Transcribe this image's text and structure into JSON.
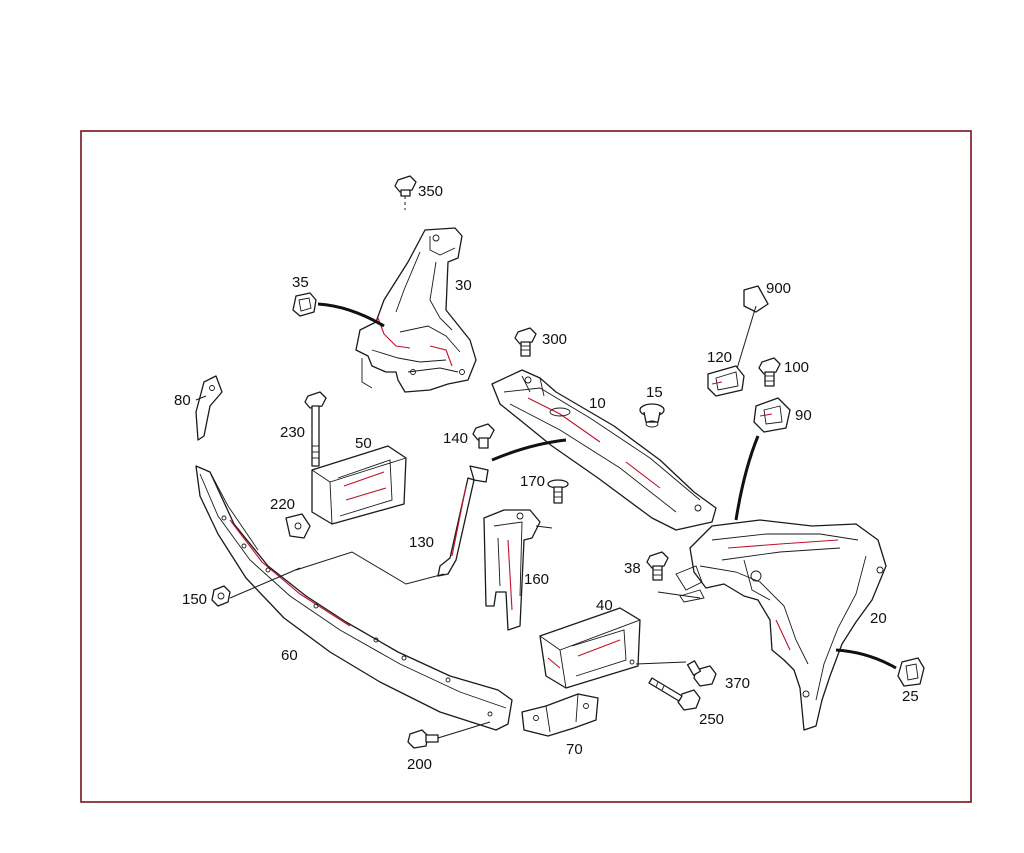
{
  "parts": [
    {
      "id": "p350",
      "label": "350"
    },
    {
      "id": "p30",
      "label": "30"
    },
    {
      "id": "p35",
      "label": "35"
    },
    {
      "id": "p900",
      "label": "900"
    },
    {
      "id": "p300",
      "label": "300"
    },
    {
      "id": "p120",
      "label": "120"
    },
    {
      "id": "p100",
      "label": "100"
    },
    {
      "id": "p80",
      "label": "80"
    },
    {
      "id": "p15",
      "label": "15"
    },
    {
      "id": "p10",
      "label": "10"
    },
    {
      "id": "p90",
      "label": "90"
    },
    {
      "id": "p230",
      "label": "230"
    },
    {
      "id": "p50",
      "label": "50"
    },
    {
      "id": "p140",
      "label": "140"
    },
    {
      "id": "p170",
      "label": "170"
    },
    {
      "id": "p220",
      "label": "220"
    },
    {
      "id": "p130",
      "label": "130"
    },
    {
      "id": "p160",
      "label": "160"
    },
    {
      "id": "p38",
      "label": "38"
    },
    {
      "id": "p150",
      "label": "150"
    },
    {
      "id": "p40",
      "label": "40"
    },
    {
      "id": "p20",
      "label": "20"
    },
    {
      "id": "p60",
      "label": "60"
    },
    {
      "id": "p370",
      "label": "370"
    },
    {
      "id": "p25",
      "label": "25"
    },
    {
      "id": "p250",
      "label": "250"
    },
    {
      "id": "p70",
      "label": "70"
    },
    {
      "id": "p200",
      "label": "200"
    }
  ]
}
